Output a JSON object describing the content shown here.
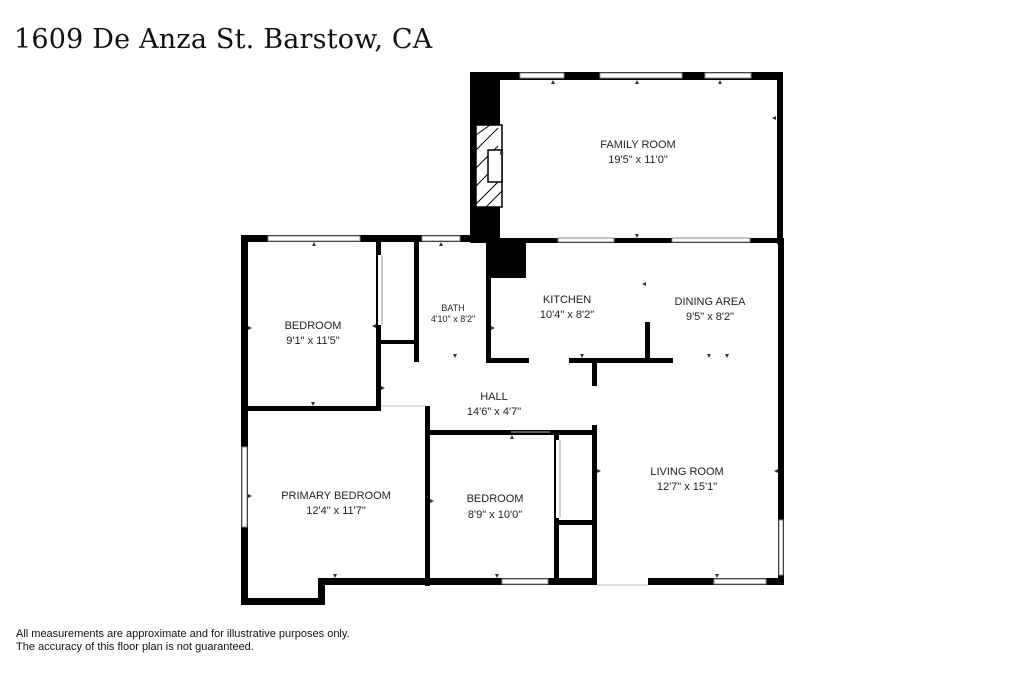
{
  "title": "1609 De Anza St. Barstow, CA",
  "rooms": {
    "family_room": {
      "name": "FAMILY ROOM",
      "dims": "19'5\" x 11'0\""
    },
    "bedroom_1": {
      "name": "BEDROOM",
      "dims": "9'1\" x 11'5\""
    },
    "bath": {
      "name": "BATH",
      "dims": "4'10\" x 8'2\""
    },
    "kitchen": {
      "name": "KITCHEN",
      "dims": "10'4\" x 8'2\""
    },
    "dining_area": {
      "name": "DINING AREA",
      "dims": "9'5\" x 8'2\""
    },
    "hall": {
      "name": "HALL",
      "dims": "14'6\" x 4'7\""
    },
    "primary_bedroom": {
      "name": "PRIMARY BEDROOM",
      "dims": "12'4\" x 11'7\""
    },
    "bedroom_2": {
      "name": "BEDROOM",
      "dims": "8'9\" x 10'0\""
    },
    "living_room": {
      "name": "LIVING ROOM",
      "dims": "12'7\" x 15'1\""
    }
  },
  "disclaimer": {
    "line1": "All measurements are approximate and for illustrative purposes only.",
    "line2": "The accuracy of this floor plan is not guaranteed."
  }
}
